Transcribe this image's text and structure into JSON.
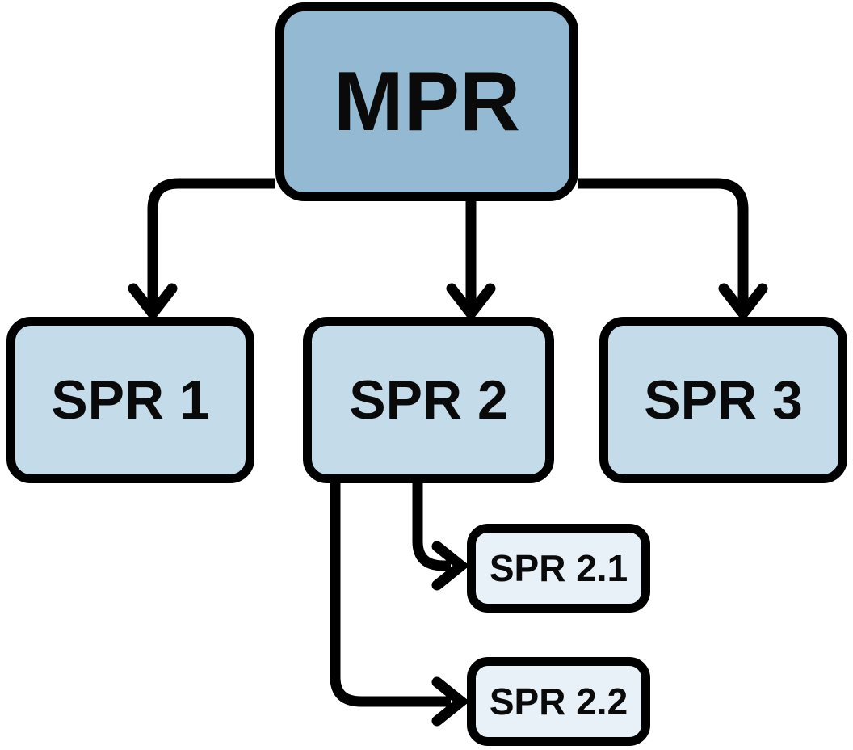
{
  "colors": {
    "background": "#ffffff",
    "line": "#000000",
    "text": "#0a0a0a",
    "root_fill": "#93bad2",
    "child_fill": "#c4dbe9",
    "grandchild_fill": "#e8f1f8"
  },
  "nodes": [
    {
      "id": "mpr",
      "label": "MPR",
      "level": "root"
    },
    {
      "id": "spr1",
      "label": "SPR 1",
      "level": "child"
    },
    {
      "id": "spr2",
      "label": "SPR 2",
      "level": "child"
    },
    {
      "id": "spr3",
      "label": "SPR 3",
      "level": "child"
    },
    {
      "id": "spr21",
      "label": "SPR 2.1",
      "level": "grandchild"
    },
    {
      "id": "spr22",
      "label": "SPR 2.2",
      "level": "grandchild"
    }
  ],
  "edges": [
    {
      "from": "MPR",
      "to": "SPR 1"
    },
    {
      "from": "MPR",
      "to": "SPR 2"
    },
    {
      "from": "MPR",
      "to": "SPR 3"
    },
    {
      "from": "SPR 2",
      "to": "SPR 2.1"
    },
    {
      "from": "SPR 2",
      "to": "SPR 2.2"
    }
  ]
}
